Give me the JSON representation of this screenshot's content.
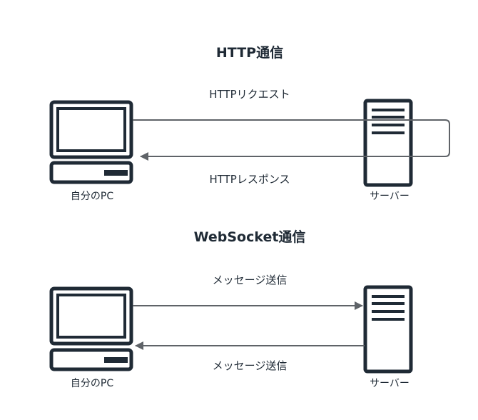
{
  "sections": [
    {
      "title": "HTTP通信",
      "client_label": "自分のPC",
      "server_label": "サーバー",
      "request_label": "HTTPリクエスト",
      "response_label": "HTTPレスポンス"
    },
    {
      "title": "WebSocket通信",
      "client_label": "自分のPC",
      "server_label": "サーバー",
      "request_label": "メッセージ送信",
      "response_label": "メッセージ送信"
    }
  ],
  "colors": {
    "icon": "#1f2a35",
    "connector": "#5f6368",
    "background": "#ffffff"
  },
  "icons": {
    "client": "desktop-computer-icon",
    "server": "server-tower-icon"
  }
}
